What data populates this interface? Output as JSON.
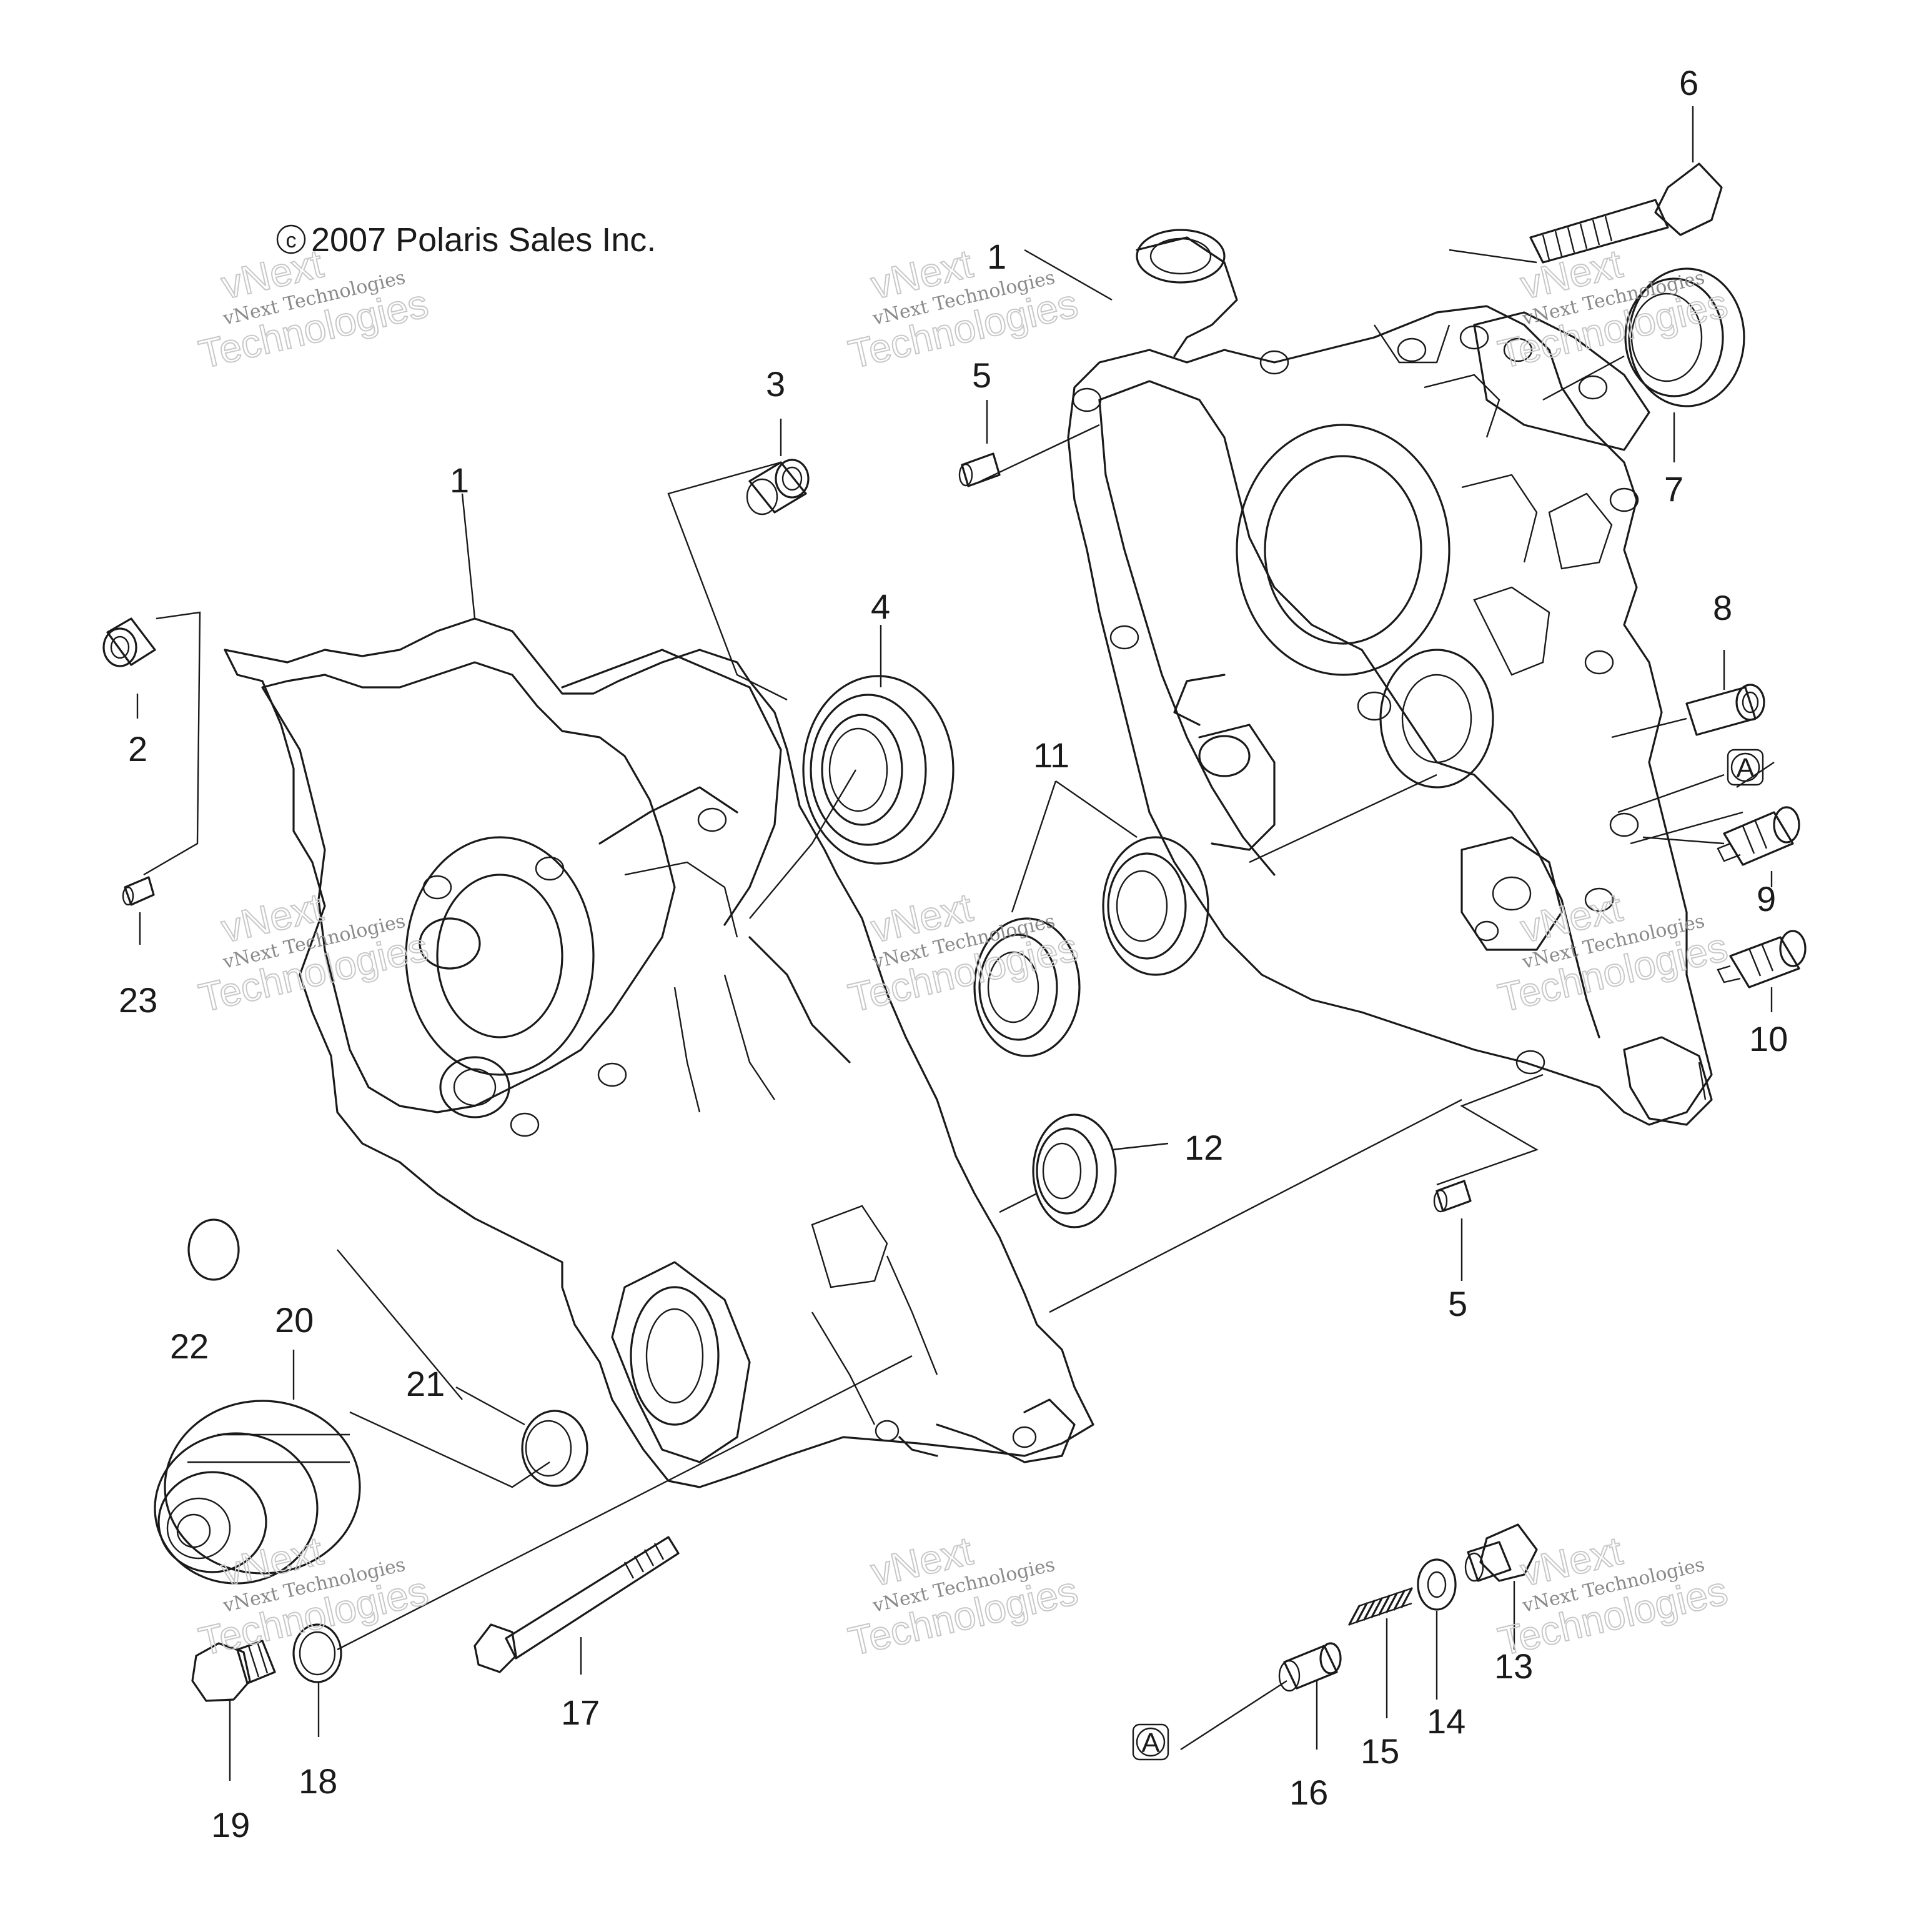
{
  "copyright": "2007 Polaris Sales Inc.",
  "watermark": {
    "line1": "vNext Technologies",
    "line2": "Technologies",
    "line3": "vNext"
  },
  "reference_badge": "A",
  "callouts": {
    "c1": "1",
    "c2": "2",
    "c3": "3",
    "c4": "4",
    "c5": "5",
    "c6": "6",
    "c7": "7",
    "c8": "8",
    "c9": "9",
    "c10": "10",
    "c11": "11",
    "c12": "12",
    "c13": "13",
    "c14": "14",
    "c15": "15",
    "c16": "16",
    "c17": "17",
    "c18": "18",
    "c19": "19",
    "c20": "20",
    "c21": "21",
    "c22": "22",
    "c23": "23"
  },
  "colors": {
    "ink": "#1a1a1a",
    "watermark": "#c8c8c8",
    "background": "#ffffff"
  }
}
